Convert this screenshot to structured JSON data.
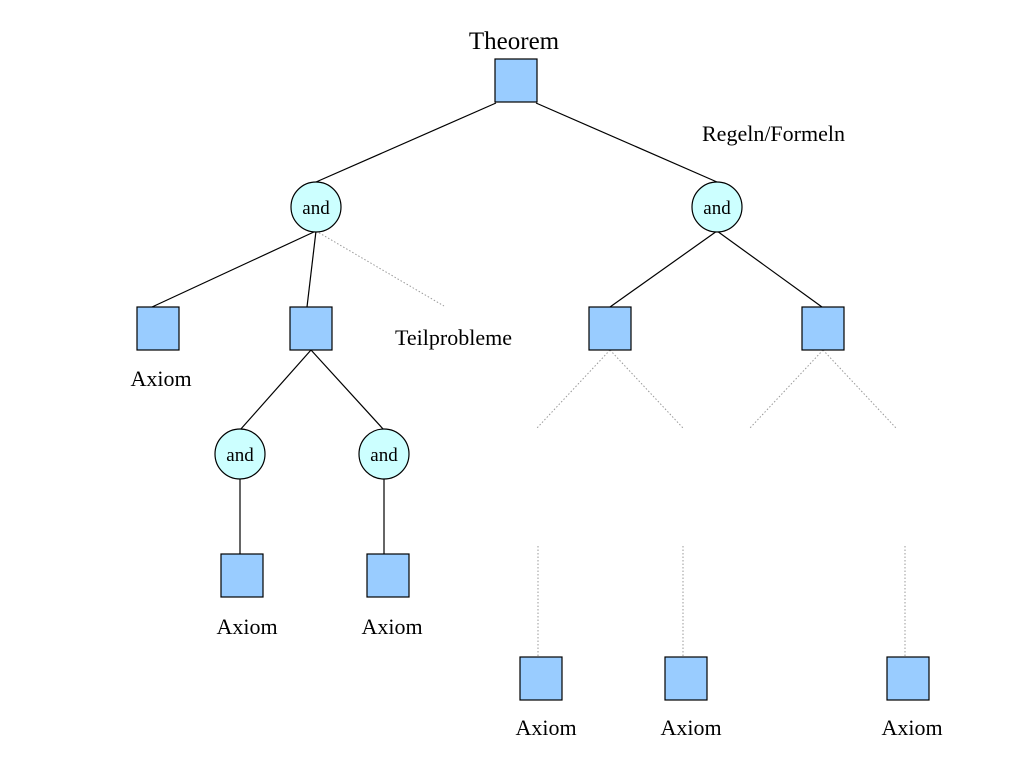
{
  "diagram": {
    "title": "Theorem",
    "labels": {
      "rules": "Regeln/Formeln",
      "subproblems": "Teilprobleme"
    },
    "and_label": "and",
    "axiom_label": "Axiom",
    "colors": {
      "square_fill": "#99ccff",
      "circle_fill": "#ccffff",
      "stroke": "#000000",
      "dotted": "#999999"
    }
  }
}
